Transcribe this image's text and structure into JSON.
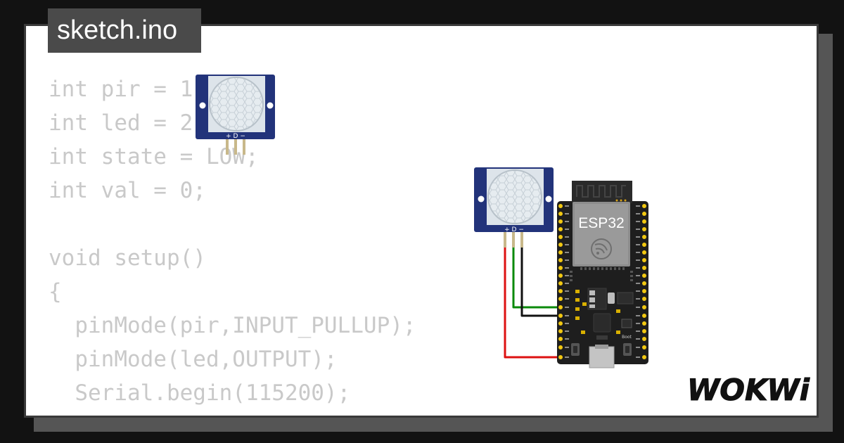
{
  "file_tab": {
    "label": "sketch.ino"
  },
  "code_lines": [
    "int pir = 1",
    "int led = 2",
    "int state = LOW;",
    "int val = 0;",
    "",
    "void setup()",
    "{",
    "  pinMode(pir,INPUT_PULLUP);",
    "  pinMode(led,OUTPUT);",
    "  Serial.begin(115200);",
    "}"
  ],
  "circuit": {
    "board_label": "ESP32",
    "pir_pin_labels": "+ D −",
    "wire_colors": {
      "power": "#dd1111",
      "signal": "#0a8a0a",
      "ground": "#111111"
    },
    "pcb_color": "#22337a",
    "board_color": "#1e1e1e"
  },
  "logo": {
    "text": "WOKWi"
  },
  "colors": {
    "background": "#121212",
    "card": "#ffffff",
    "tab": "#4a4a4a",
    "code_text": "#c9c9c9",
    "shadow": "#555555"
  }
}
